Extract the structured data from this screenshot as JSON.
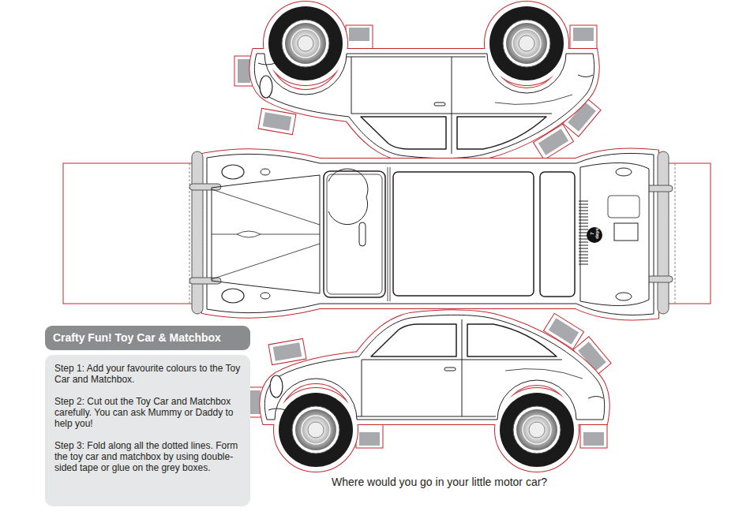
{
  "diagram": {
    "nodes": [
      {
        "text": [
          "Crafty Fun! Toy Car & Matchbox"
        ]
      },
      {
        "text": [
          "Step 1: Add your favourite colours to the Toy Car and Matchbox.",
          "Step 2: Cut out the Toy Car and Matchbox carefully. You can ask Mummy or Daddy to help you!",
          "Step 3: Fold along all the dotted lines. Form the toy car and matchbox by using double-sided tape or glue on the grey boxes."
        ]
      }
    ],
    "labels": [
      "7 days",
      "Where would you go in your little motor car?"
    ]
  }
}
